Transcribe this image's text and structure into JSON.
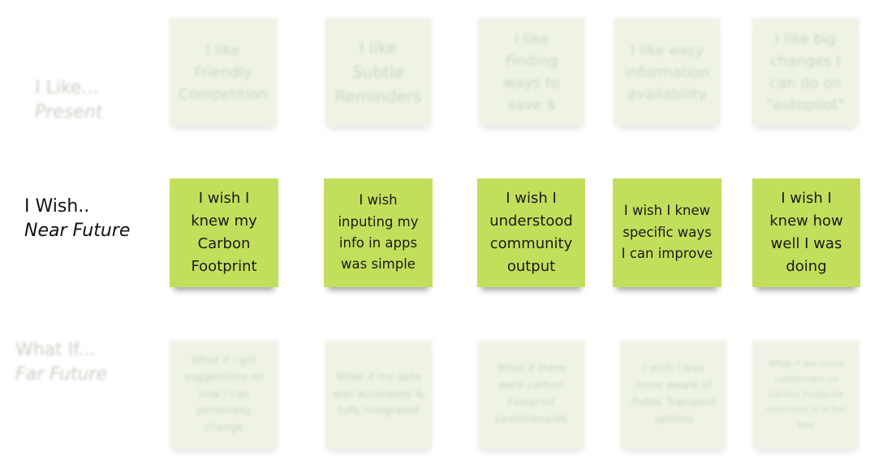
{
  "rows": {
    "like": {
      "label": "I Like...",
      "sublabel": "Present"
    },
    "wish": {
      "label": "I Wish..",
      "sublabel": "Near Future"
    },
    "whatif": {
      "label": "What If...",
      "sublabel": "Far Future"
    }
  },
  "notes": {
    "like": [
      "I like Friendly Competition",
      "I like Subtle Reminders",
      "I like Finding ways to save $",
      "I like easy information availability",
      "I like big changes I can do on \"autopilot\""
    ],
    "wish": [
      "I wish I knew my Carbon Footprint",
      "I wish inputing my info in apps was simple",
      "I wish I understood community output",
      "I wish I knew specific ways I can improve",
      "I wish I knew how well I was doing"
    ],
    "whatif": [
      "What if i got suggestions on how I can personally change",
      "What if my data was accurately & fully integrated",
      "What if there were carbon Footprint Leaderboards",
      "I wish I was more aware of Public Transport options",
      "What if we could collaborate on Carbon Footprint reduction in a fun way"
    ]
  },
  "colors": {
    "active_note": "#c2df5b",
    "faded_note": "#eef3e6"
  }
}
